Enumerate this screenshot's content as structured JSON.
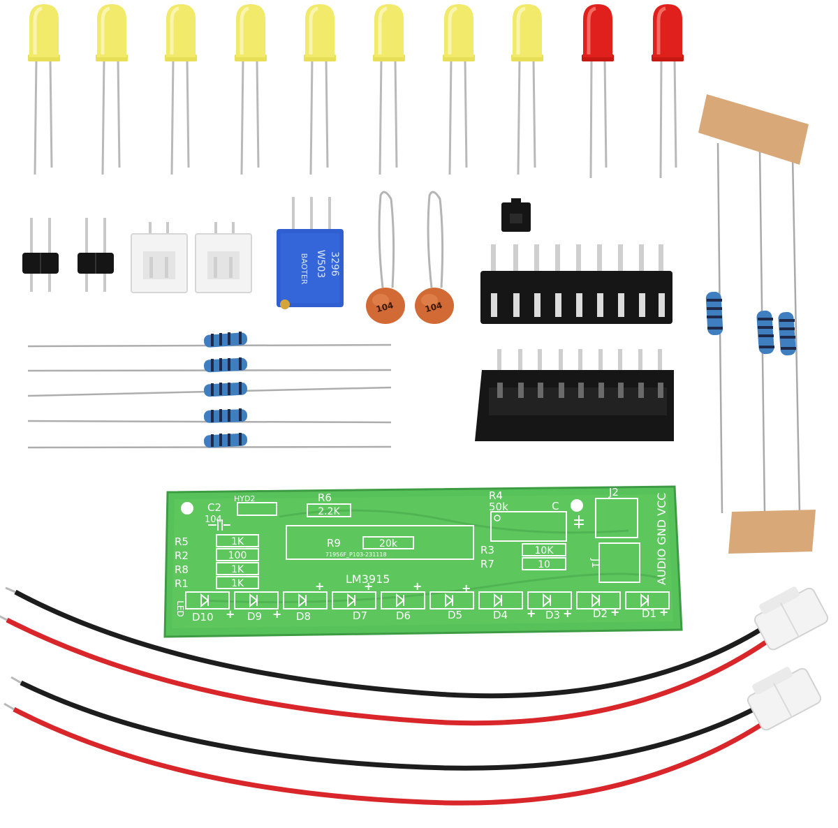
{
  "colors": {
    "background": "#ffffff",
    "led_yellow": "#f1ea6a",
    "led_red": "#e0201c",
    "pcb_green": "#58c25a",
    "pcb_dark": "#3f9d44",
    "silkscreen": "#ffffff",
    "wire_red": "#d8262a",
    "wire_black": "#1d1d1d",
    "resistor_body": "#3f7fc0",
    "header_black": "#151515",
    "connector_white": "#f3f3f3",
    "trimpot_blue": "#2f5fd0",
    "ceramic_cap": "#d26a35",
    "tape": "#d9a878"
  },
  "components": {
    "leds": {
      "yellow_count": 8,
      "red_count": 2
    },
    "pin_headers": {
      "count": 2
    },
    "jst_sockets": {
      "count": 2
    },
    "trimpot": {
      "markings": [
        "3296",
        "W503",
        "BAOTER"
      ]
    },
    "ceramic_capacitors": {
      "marking": "104",
      "count": 2
    },
    "ic": {
      "pins": 18
    },
    "ic_socket": {
      "pins": 18
    },
    "loose_resistors": {
      "count": 5
    },
    "taped_resistors": {
      "count": 3
    },
    "cables": {
      "count": 2
    }
  },
  "pcb": {
    "hyd2": "HYD2",
    "c2": "C2",
    "c2_value": "104",
    "r6": "R6",
    "r6_value": "2.2K",
    "r4": "R4",
    "r4_value": "50k",
    "c_label": "C",
    "j2": "J2",
    "j1": "J1",
    "audio_gnd_vcc": "AUDIO GND VCC",
    "r5": "R5",
    "r5_value": "1K",
    "r2": "R2",
    "r2_value": "100",
    "r8": "R8",
    "r8_value": "1K",
    "r1": "R1",
    "r1_value": "1K",
    "r9": "R9",
    "r9_value": "20k",
    "r3": "R3",
    "r3_value": "10K",
    "r7": "R7",
    "r7_value": "10",
    "board_code": "71956F_P103-231118",
    "chip": "LM3915",
    "led_label": "LED",
    "d10": "D10",
    "d9": "D9",
    "d8": "D8",
    "d7": "D7",
    "d6": "D6",
    "d5": "D5",
    "d4": "D4",
    "d3": "D3",
    "d2": "D2",
    "d1": "D1"
  }
}
